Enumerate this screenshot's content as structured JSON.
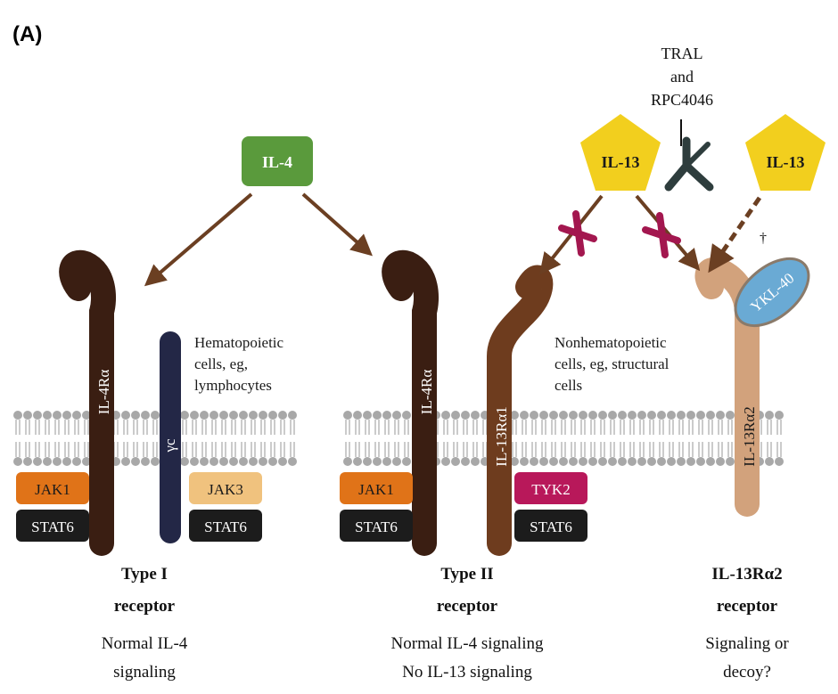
{
  "panel_label": "(A)",
  "ligands": {
    "il4": "IL-4",
    "il13_left": "IL-13",
    "il13_right": "IL-13",
    "antibody_label_line1": "TRAL",
    "antibody_label_line2": "and",
    "antibody_label_line3": "RPC4046",
    "ykl40": "YKL-40",
    "dagger": "†"
  },
  "receptor_chains": {
    "il4ra_1": "IL-4Rα",
    "gamma_c": "γc",
    "il4ra_2": "IL-4Rα",
    "il13ra1": "IL-13Rα1",
    "il13ra2": "IL-13Rα2"
  },
  "kinases": {
    "jak1_1": "JAK1",
    "jak3": "JAK3",
    "jak1_2": "JAK1",
    "tyk2": "TYK2"
  },
  "stats": {
    "stat6_1": "STAT6",
    "stat6_2": "STAT6",
    "stat6_3": "STAT6",
    "stat6_4": "STAT6"
  },
  "cell_notes": {
    "hemato_line1": "Hematopoietic",
    "hemato_line2": "cells, eg,",
    "hemato_line3": "lymphocytes",
    "nonhemato_line1": "Nonhematopoietic",
    "nonhemato_line2": "cells, eg, structural",
    "nonhemato_line3": "cells"
  },
  "receptors": {
    "type1_title1": "Type I",
    "type1_title2": "receptor",
    "type1_desc1": "Normal IL-4",
    "type1_desc2": "signaling",
    "type2_title1": "Type II",
    "type2_title2": "receptor",
    "type2_desc1": "Normal IL-4 signaling",
    "type2_desc2": "No IL-13 signaling",
    "ra2_title1": "IL-13Rα2",
    "ra2_title2": "receptor",
    "ra2_desc1": "Signaling or",
    "ra2_desc2": "decoy?"
  },
  "colors": {
    "il4": "#5a9a3c",
    "il13": "#f2cf1e",
    "il4ra": "#3a1e12",
    "il13ra1": "#6e3c1e",
    "il13ra2": "#d2a27c",
    "gamma_c": "#232746",
    "jak": "#e07318",
    "jak3": "#f0c27e",
    "tyk2": "#b8185a",
    "stat6": "#1c1c1c",
    "arrow": "#6b3f22",
    "block": "#a3174f",
    "ykl40": "#6aaad4",
    "membrane": "#a8a8a8"
  }
}
